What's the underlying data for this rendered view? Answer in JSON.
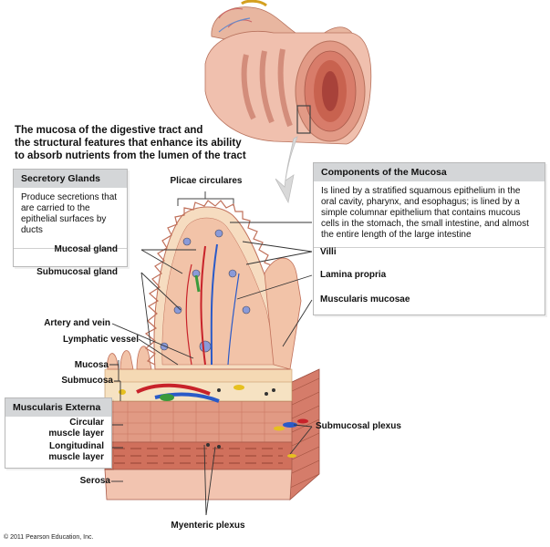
{
  "caption": {
    "line1": "The mucosa of the digestive tract and",
    "line2": "the structural features that enhance its ability",
    "line3": "to absorb nutrients from the lumen of the tract"
  },
  "secretory_glands": {
    "title": "Secretory Glands",
    "body": "Produce secretions that are carried to the epithelial surfaces by ducts",
    "items": [
      "Mucosal gland",
      "Submucosal gland"
    ]
  },
  "components_of_mucosa": {
    "title": "Components of the Mucosa",
    "body": "Is lined by a stratified squamous epithelium in the oral cavity, pharynx, and esophagus; is lined by a simple columnar epithelium that contains mucous cells in the stomach, the small intestine, and almost the entire length of the large intestine",
    "items": [
      "Villi",
      "Lamina propria",
      "Muscularis mucosae"
    ]
  },
  "muscularis_externa": {
    "title": "Muscularis Externa",
    "items": [
      "Circular muscle layer",
      "Longitudinal muscle layer"
    ]
  },
  "labels": {
    "plicae_circulares": "Plicae circulares",
    "artery_and_vein": "Artery and vein",
    "lymphatic_vessel": "Lymphatic vessel",
    "mucosa": "Mucosa",
    "submucosa": "Submucosa",
    "circular_line1": "Circular",
    "circular_line2": "muscle layer",
    "longitudinal_line1": "Longitudinal",
    "longitudinal_line2": "muscle layer",
    "serosa": "Serosa",
    "submucosal_plexus": "Submucosal plexus",
    "myenteric_plexus": "Myenteric plexus"
  },
  "copyright": "© 2011 Pearson Education, Inc."
}
